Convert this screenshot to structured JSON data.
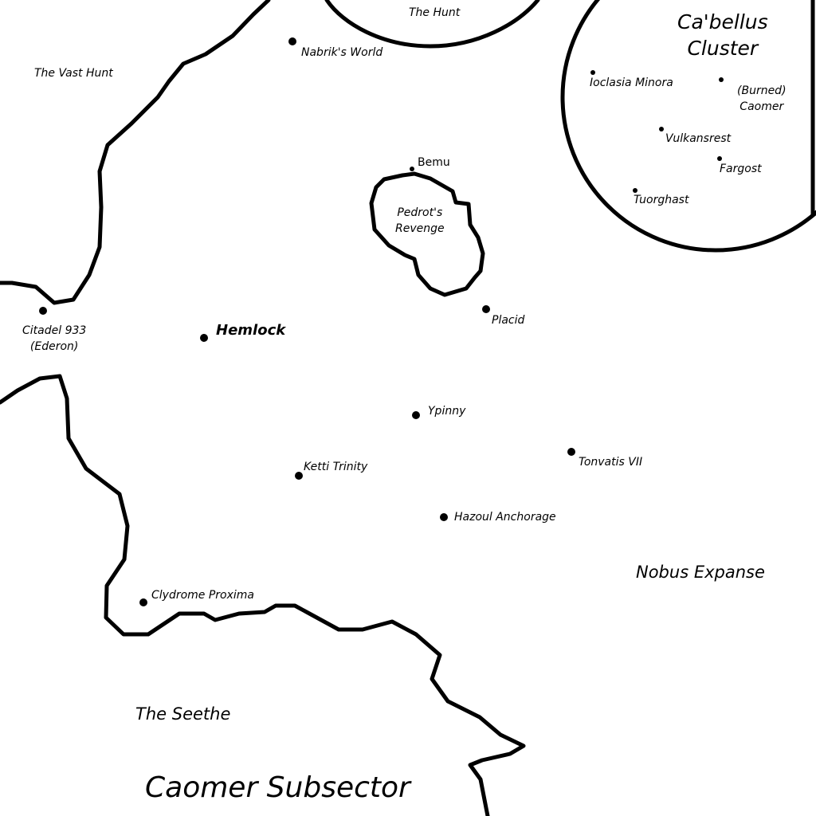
{
  "map_title": "Caomer Subsector",
  "colors": {
    "ink": "#000000",
    "background": "#ffffff"
  },
  "regions": {
    "the_hunt": "The Hunt",
    "vast_hunt": "The Vast Hunt",
    "nobus": "Nobus Expanse",
    "seethe": "The Seethe",
    "pedrot": [
      "Pedrot's",
      "Revenge"
    ],
    "cluster": [
      "Ca'bellus",
      "Cluster"
    ]
  },
  "systems": {
    "nabrik": "Nabrik's World",
    "bemu": "Bemu",
    "citadel": [
      "Citadel 933",
      "(Ederon)"
    ],
    "hemlock": "Hemlock",
    "placid": "Placid",
    "ypinny": "Ypinny",
    "ketti": "Ketti Trinity",
    "tonvatis": "Tonvatis VII",
    "hazoul": "Hazoul Anchorage",
    "clydrome": "Clydrome Proxima"
  },
  "cluster_systems": {
    "ioclasia": "Ioclasia Minora",
    "caomer": [
      "(Burned)",
      "Caomer"
    ],
    "vulkansrest": "Vulkansrest",
    "fargost": "Fargost",
    "tuorghast": "Tuorghast"
  }
}
